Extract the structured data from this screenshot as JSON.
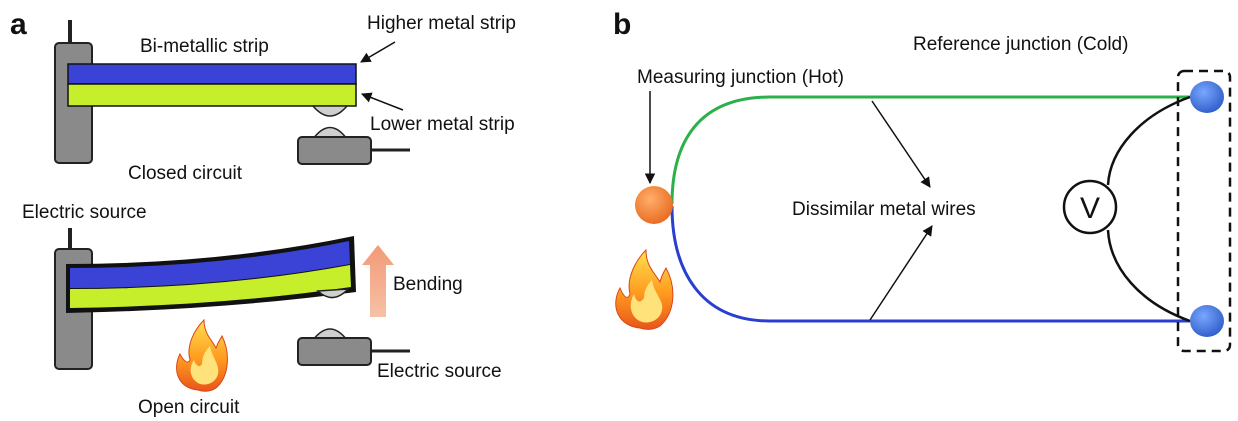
{
  "panel_a": {
    "letter": "a",
    "label_bimetallic": "Bi-metallic strip",
    "label_higher": "Higher metal strip",
    "label_lower": "Lower metal strip",
    "label_closed": "Closed circuit",
    "label_electric_source_top": "Electric source",
    "label_bending": "Bending",
    "label_electric_source_bottom": "Electric source",
    "label_open": "Open circuit",
    "colors": {
      "higher_strip": "#3a43d6",
      "lower_strip": "#c6ee2a",
      "support": "#8a8a8a",
      "bending_arrow": "#f5b08f"
    },
    "icons": [
      "flame-icon",
      "bending-arrow-icon"
    ]
  },
  "panel_b": {
    "letter": "b",
    "label_reference": "Reference junction (Cold)",
    "label_measuring": "Measuring junction (Hot)",
    "label_dissimilar": "Dissimilar metal wires",
    "label_voltmeter": "V",
    "colors": {
      "wire_top": "#2bb04a",
      "wire_bottom": "#2a3fd0",
      "hot_junction": "#f07a2a",
      "cold_junction": "#3e6fd8"
    },
    "icons": [
      "flame-icon",
      "voltmeter-icon"
    ]
  }
}
